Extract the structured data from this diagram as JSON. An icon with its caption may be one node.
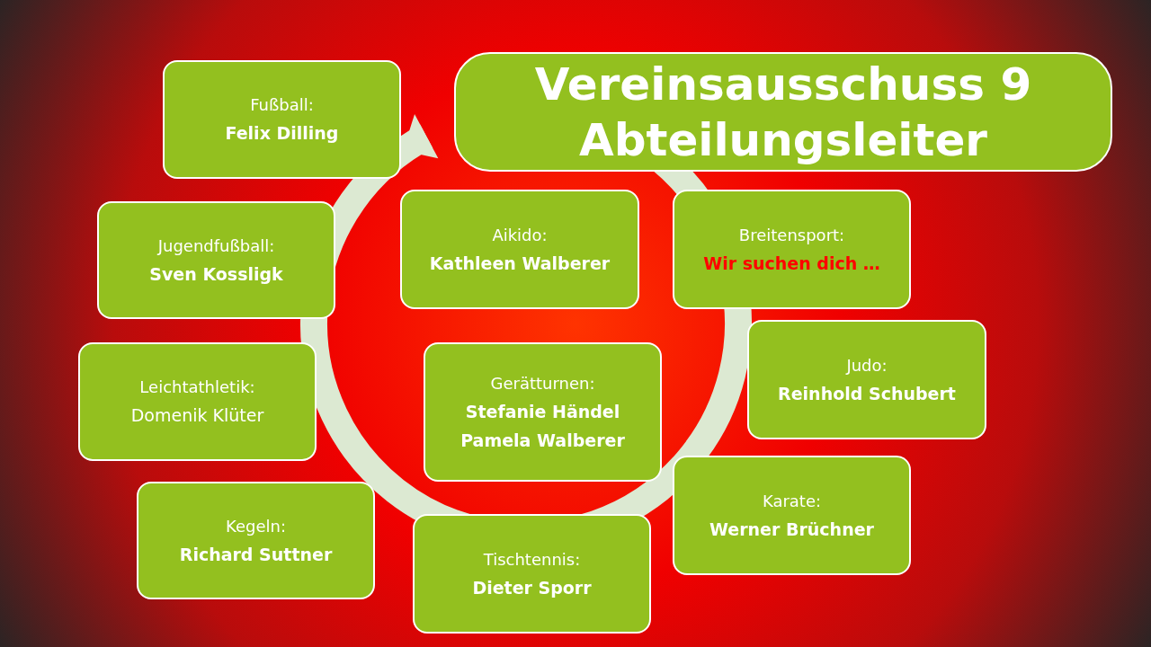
{
  "diagram": {
    "nodes": [
      {
        "text": [
          "Vereinsausschuss 9 Abteilungsleiter"
        ]
      },
      {
        "text": [
          "Fußball:",
          "Felix Dilling"
        ]
      },
      {
        "text": [
          "Jugendfußball:",
          "Sven Kossligk"
        ]
      },
      {
        "text": [
          "Aikido:",
          "Kathleen Walberer"
        ]
      },
      {
        "text": [
          "Breitensport:",
          "Wir suchen dich …"
        ]
      },
      {
        "text": [
          "Leichtathletik:",
          "Domenik Klüter"
        ]
      },
      {
        "text": [
          "Gerätturnen:",
          "Stefanie Händel Pamela Walberer"
        ]
      },
      {
        "text": [
          "Judo:",
          "Reinhold Schubert"
        ]
      },
      {
        "text": [
          "Kegeln:",
          "Richard Suttner"
        ]
      },
      {
        "text": [
          "Karate:",
          "Werner Brüchner"
        ]
      },
      {
        "text": [
          "Tischtennis:",
          "Dieter Sporr"
        ]
      }
    ]
  }
}
